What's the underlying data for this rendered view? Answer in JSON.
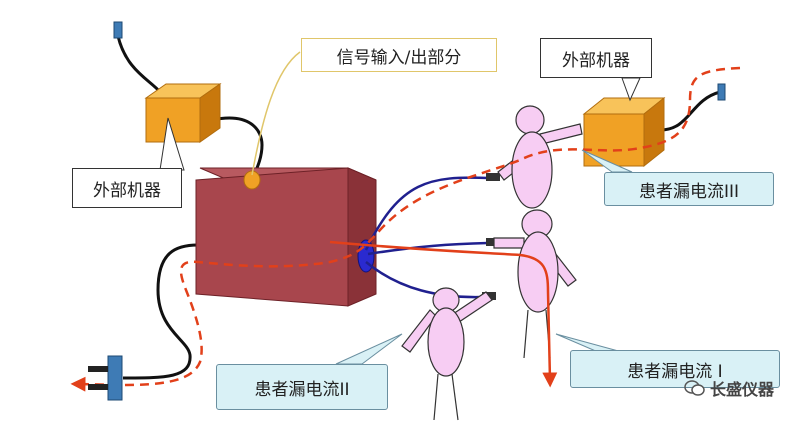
{
  "labels": {
    "external_device_top": "外部机器",
    "external_device_right": "外部机器",
    "signal_io": "信号输入/出部分",
    "leak_current_3": "患者漏电流III",
    "leak_current_2": "患者漏电流II",
    "leak_current_1": "患者漏电流 I"
  },
  "watermark": {
    "text": "长盛仪器"
  },
  "colors": {
    "main_box": "#a8464d",
    "external_box": "#f0a125",
    "patient_fill": "#f7cdf3",
    "lead_wire": "#20208f",
    "current_path": "#e2401a",
    "callout_blue": "#d9f1f6"
  }
}
